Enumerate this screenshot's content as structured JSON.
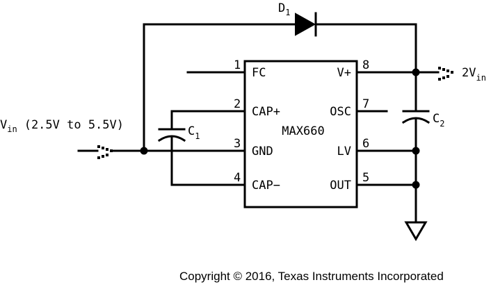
{
  "ic": {
    "name": "MAX660",
    "pins": [
      {
        "number": "1",
        "label": "FC"
      },
      {
        "number": "2",
        "label": "CAP+"
      },
      {
        "number": "3",
        "label": "GND"
      },
      {
        "number": "4",
        "label": "CAP−"
      },
      {
        "number": "8",
        "label": "V+"
      },
      {
        "number": "7",
        "label": "OSC"
      },
      {
        "number": "6",
        "label": "LV"
      },
      {
        "number": "5",
        "label": "OUT"
      }
    ]
  },
  "components": {
    "diode": {
      "letter": "D",
      "sub": "1"
    },
    "cap1": {
      "letter": "C",
      "sub": "1"
    },
    "cap2": {
      "letter": "C",
      "sub": "2"
    }
  },
  "input": {
    "main": "V",
    "sub": "in",
    "range": "(2.5V to 5.5V)"
  },
  "output": {
    "main": "2V",
    "sub": "in"
  },
  "footer": {
    "copyright": "Copyright © 2016, Texas Instruments Incorporated"
  }
}
